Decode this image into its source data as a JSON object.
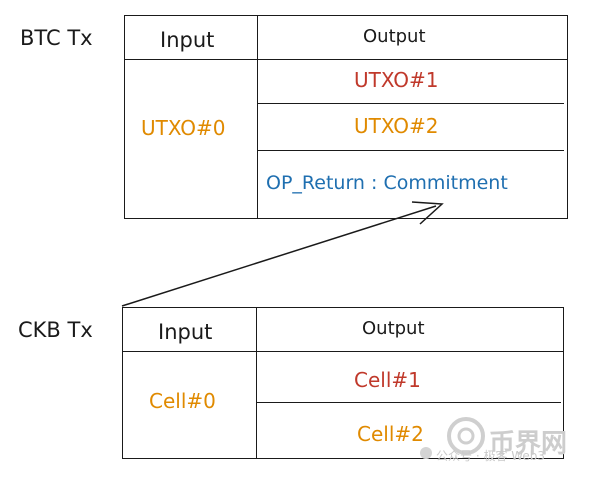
{
  "colors": {
    "line": "#1a1a1a",
    "red": "#c0392b",
    "orange": "#e08a00",
    "blue": "#1f6fb0",
    "watermark": "#c9c9c9"
  },
  "btc": {
    "label": "BTC Tx",
    "input_header": "Input",
    "output_header": "Output",
    "input_cell": "UTXO#0",
    "outputs": [
      "UTXO#1",
      "UTXO#2",
      "OP_Return : Commitment"
    ]
  },
  "ckb": {
    "label": "CKB Tx",
    "input_header": "Input",
    "output_header": "Output",
    "input_cell": "Cell#0",
    "outputs": [
      "Cell#1",
      "Cell#2"
    ]
  },
  "watermark": {
    "logo_text": "币界网",
    "source_text": "公众号 · 极客 Web3"
  }
}
